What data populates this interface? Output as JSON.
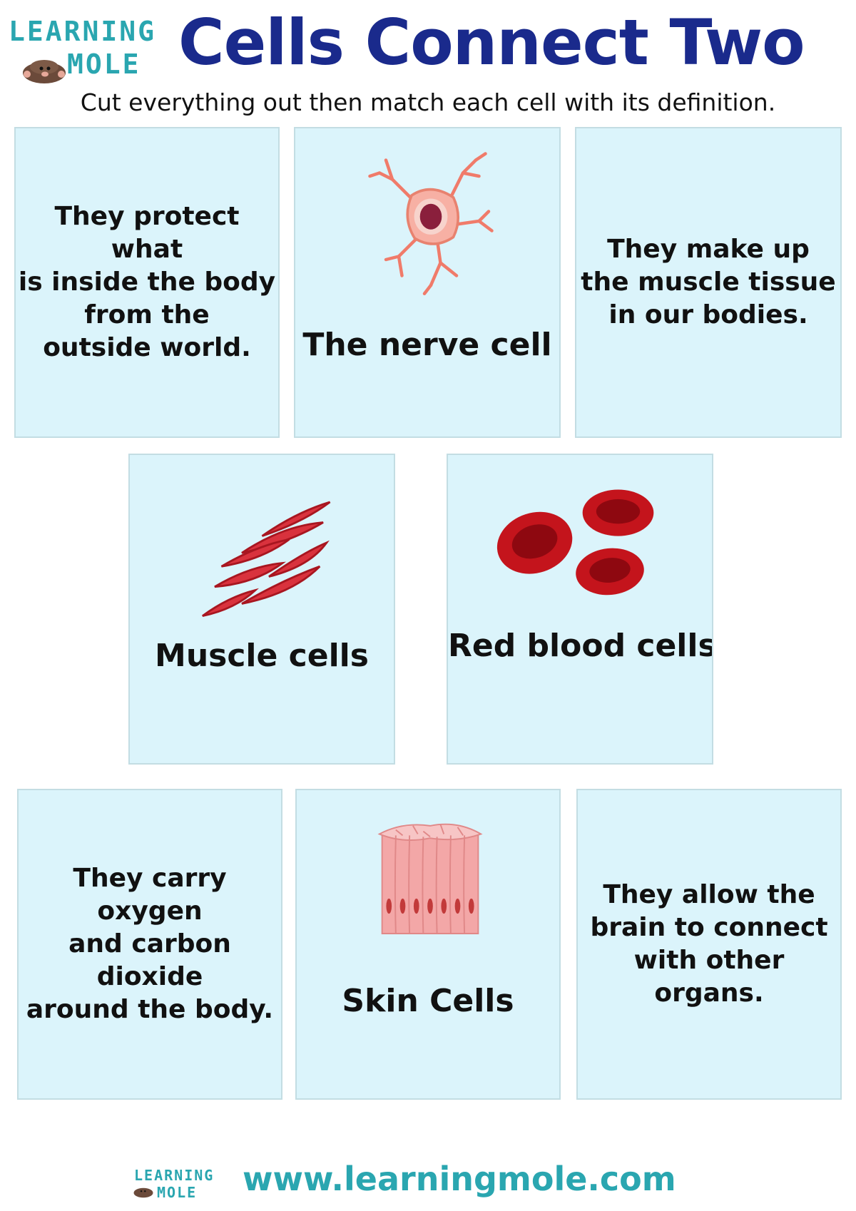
{
  "header": {
    "logo_line1": "LEARNING",
    "logo_line2": "MOLE",
    "title": "Cells Connect Two",
    "instructions": "Cut everything out then match each cell with its definition."
  },
  "cards": {
    "protect_def": "They protect what\nis inside the body\nfrom the\noutside world.",
    "nerve_label": "The nerve cell",
    "muscle_def": "They make up\nthe muscle tissue\nin our bodies.",
    "muscle_label": "Muscle cells",
    "blood_label": "Red blood cells",
    "carry_def": "They carry oxygen\nand carbon dioxide\naround the body.",
    "skin_label": "Skin Cells",
    "brain_def": "They allow the\nbrain to connect\nwith other\norgans."
  },
  "icons": {
    "nerve": "nerve-cell-icon",
    "muscle": "muscle-cells-icon",
    "blood": "red-blood-cells-icon",
    "skin": "skin-cells-icon",
    "mole": "mole-icon"
  },
  "footer": {
    "logo_line1": "LEARNING",
    "logo_line2": "MOLE",
    "url": "www.learningmole.com"
  },
  "colors": {
    "title": "#1a2a8c",
    "brand": "#2aa6b0",
    "card_bg": "#dbf4fb",
    "cell_red": "#c4141c"
  }
}
